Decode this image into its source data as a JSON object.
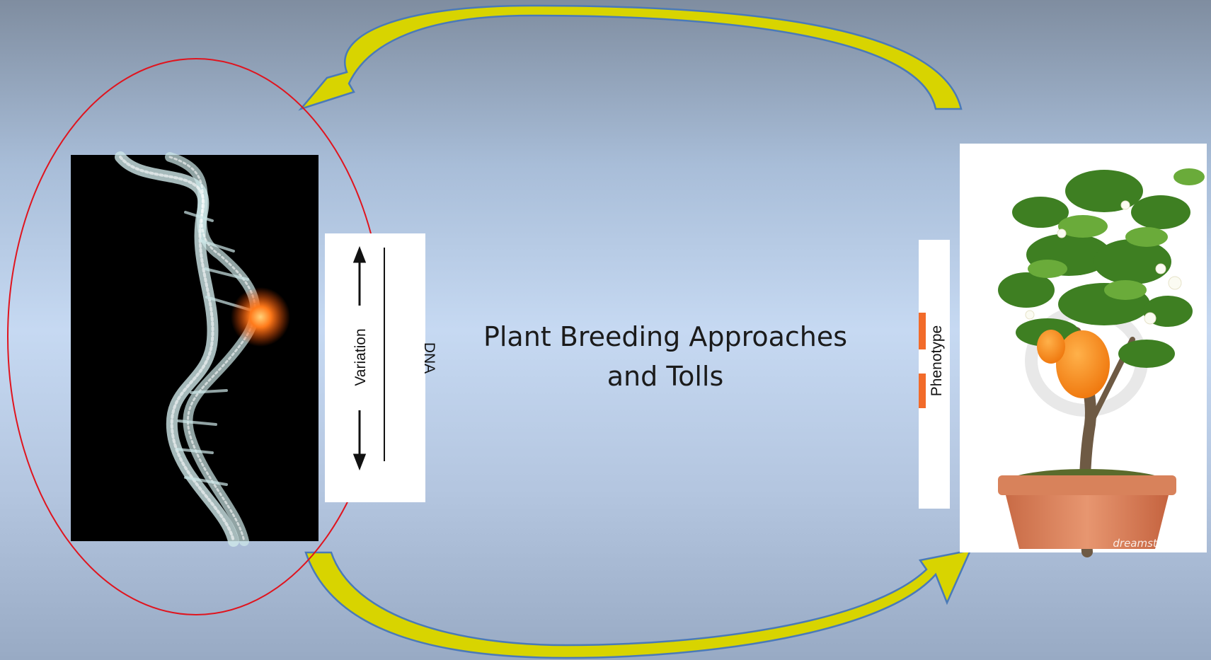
{
  "slide": {
    "title": "Plant Breeding Approaches\nand Tolls"
  },
  "genotype_panel": {
    "axis_label": "Variation",
    "label": "DNA"
  },
  "phenotype_panel": {
    "label": "Phenotype"
  },
  "photo": {
    "watermark": "dreamstime.com"
  },
  "colors": {
    "arrow_fill": "#d8d400",
    "arrow_outline": "#4a7ab8",
    "ellipse_stroke": "#e0141e",
    "phenotype_accent": "#f26b2a"
  }
}
